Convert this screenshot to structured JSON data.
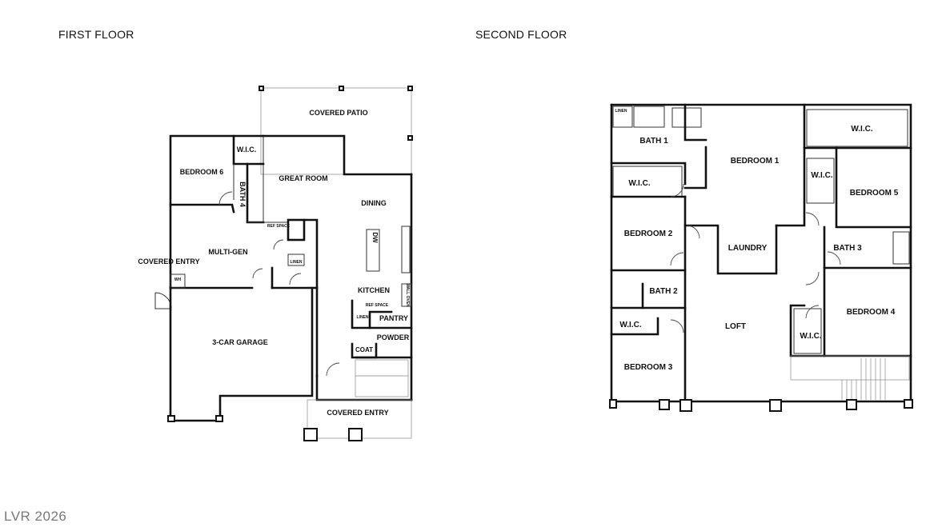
{
  "titles": {
    "first": "FIRST FLOOR",
    "second": "SECOND FLOOR"
  },
  "first_floor": {
    "covered_patio": "COVERED PATIO",
    "bedroom_6": "BEDROOM 6",
    "wic": "W.I.C.",
    "bath_4": "BATH 4",
    "great_room": "GREAT ROOM",
    "dining": "DINING",
    "ref_space": "REF SPACE",
    "multi_gen": "MULTI-GEN",
    "linen": "LINEN",
    "covered_entry_side": "COVERED ENTRY",
    "wh": "WH",
    "dw": "DW",
    "kitchen": "KITCHEN",
    "wall_oven": "WALL OVEN",
    "ref_space_kitchen": "REF SPACE",
    "linen_kitchen": "LINEN",
    "pantry": "PANTRY",
    "powder": "POWDER",
    "coat": "COAT",
    "garage": "3-CAR GARAGE",
    "covered_entry": "COVERED ENTRY"
  },
  "second_floor": {
    "linen": "LINEN",
    "bath_1": "BATH 1",
    "bedroom_1": "BEDROOM 1",
    "wic_top": "W.I.C.",
    "wic_bath1": "W.I.C.",
    "wic_bed5": "W.I.C.",
    "bedroom_5": "BEDROOM 5",
    "bedroom_2": "BEDROOM 2",
    "laundry": "LAUNDRY",
    "bath_3": "BATH 3",
    "bath_2": "BATH 2",
    "bedroom_4": "BEDROOM 4",
    "wic_bed3": "W.I.C.",
    "loft": "LOFT",
    "wic_bed4": "W.I.C.",
    "bedroom_3": "BEDROOM 3"
  },
  "watermark": "LVR 2026"
}
